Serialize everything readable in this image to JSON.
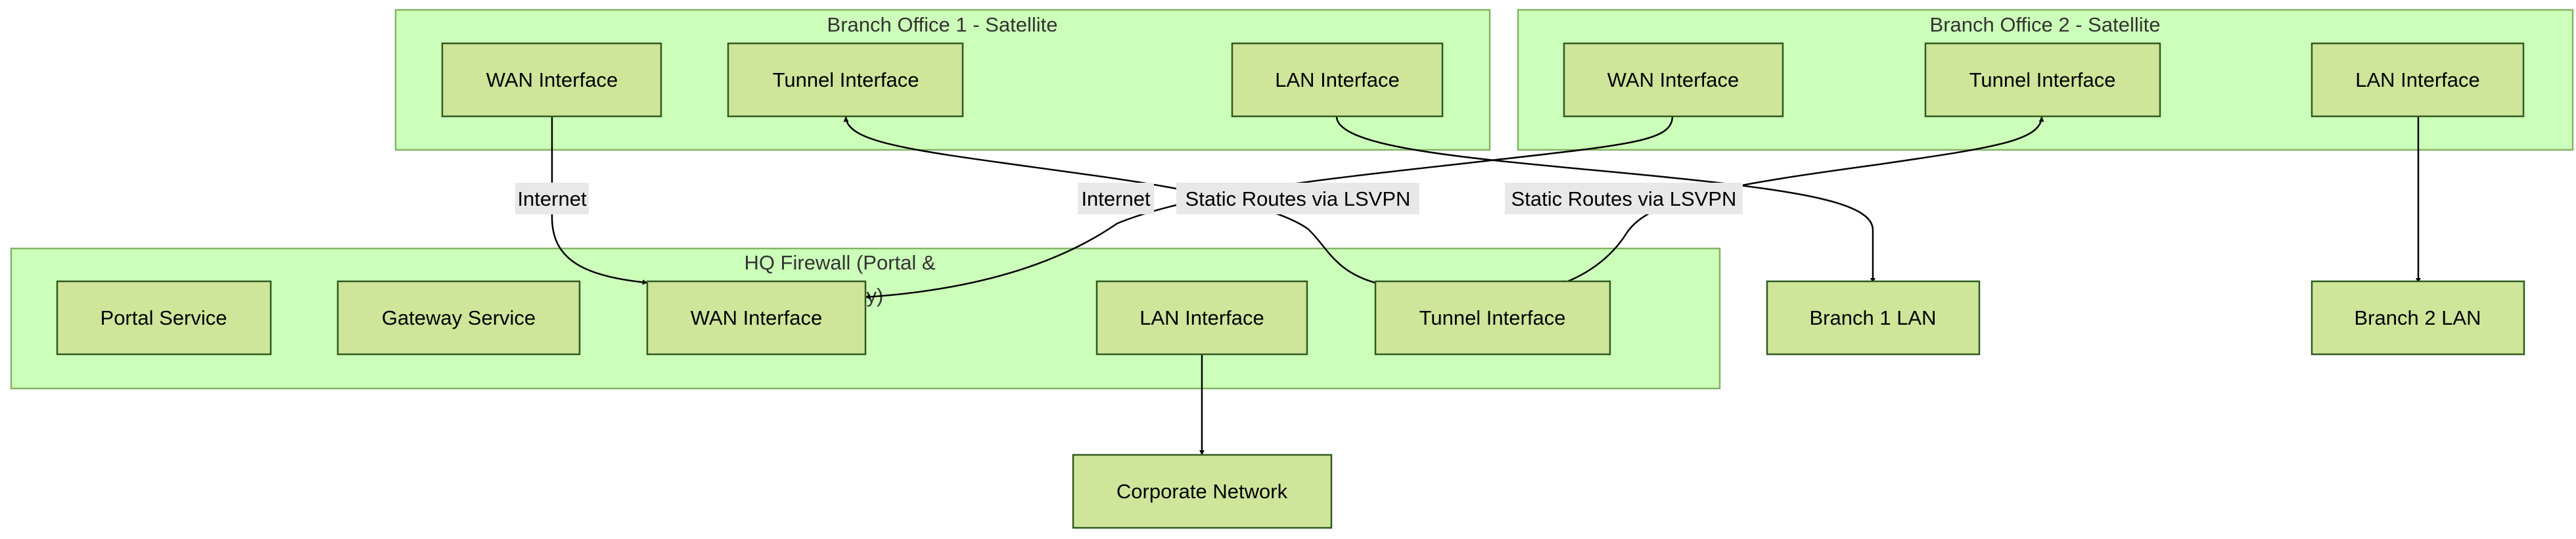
{
  "clusters": {
    "branch1": {
      "label": "Branch Office 1 - Satellite"
    },
    "branch2": {
      "label": "Branch Office 2 - Satellite"
    },
    "hq": {
      "label_line1": "HQ Firewall (Portal &",
      "label_line2": "Gateway)"
    }
  },
  "nodes": {
    "b1_wan": "WAN Interface",
    "b1_tunnel": "Tunnel Interface",
    "b1_lan": "LAN Interface",
    "b2_wan": "WAN Interface",
    "b2_tunnel": "Tunnel Interface",
    "b2_lan": "LAN Interface",
    "hq_portal": "Portal Service",
    "hq_gateway": "Gateway Service",
    "hq_wan": "WAN Interface",
    "hq_lan": "LAN Interface",
    "hq_tunnel": "Tunnel Interface",
    "branch1_lan": "Branch 1 LAN",
    "branch2_lan": "Branch 2 LAN",
    "corporate": "Corporate Network"
  },
  "edges": {
    "b1_internet": "Internet",
    "b2_internet": "Internet",
    "b1_static": "Static Routes via LSVPN",
    "b2_static": "Static Routes via LSVPN"
  },
  "colors": {
    "cluster_fill": "#ccffb9",
    "cluster_stroke": "#82b366",
    "node_fill": "#cfe59a",
    "node_stroke": "#2f5a1f",
    "edge": "#000000",
    "edge_label_bg": "#e8e8e8"
  }
}
